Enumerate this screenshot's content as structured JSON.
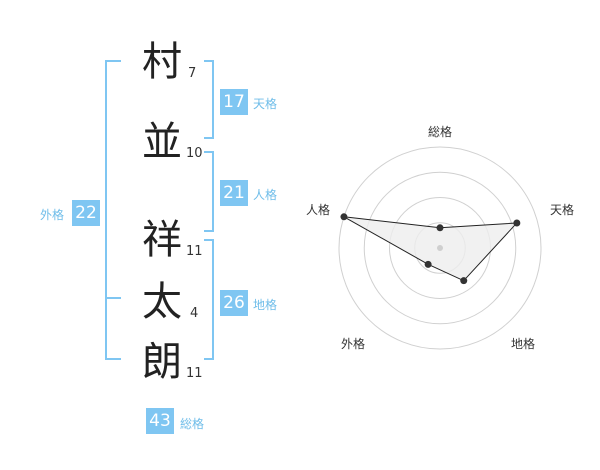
{
  "name": {
    "chars": [
      {
        "char": "村",
        "strokes": "7"
      },
      {
        "char": "並",
        "strokes": "10"
      },
      {
        "char": "祥",
        "strokes": "11"
      },
      {
        "char": "太",
        "strokes": "4"
      },
      {
        "char": "朗",
        "strokes": "11"
      }
    ]
  },
  "kaku": {
    "tenkaku": {
      "value": "17",
      "label": "天格"
    },
    "jinkaku": {
      "value": "21",
      "label": "人格"
    },
    "chikaku": {
      "value": "26",
      "label": "地格"
    },
    "gaikaku": {
      "value": "22",
      "label": "外格"
    },
    "soukaku": {
      "value": "43",
      "label": "総格"
    }
  },
  "colors": {
    "accent": "#7fc6f2",
    "bracket": "#7fc6f2",
    "text": "#222222"
  },
  "chart_data": {
    "type": "radar",
    "axes": [
      "総格",
      "天格",
      "地格",
      "外格",
      "人格"
    ],
    "values": [
      1,
      4,
      2,
      1,
      5
    ],
    "max": 5,
    "rings": 4,
    "fill_color": "#eeeeee",
    "line_color": "#222222"
  }
}
